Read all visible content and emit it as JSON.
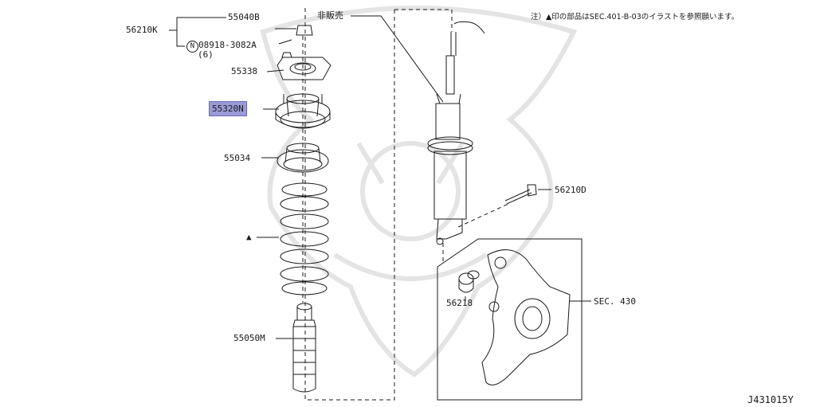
{
  "note": "注）▲印の部品はSEC.401-B-03のイラストを参照願います。",
  "not_for_sale_label": "非販売",
  "footer_code": "J431015Y",
  "colors": {
    "highlight": "#9a9ad8",
    "line": "#1a1a1a"
  },
  "parts": {
    "p56210K": "56210K",
    "p55040B": "55040B",
    "p08918": "08918-3082A",
    "p08918_qty": "(6)",
    "p08918_prefix": "N",
    "p55338": "55338",
    "p55320N": "55320N",
    "p55034": "55034",
    "p55050M": "55050M",
    "p56210D": "56210D",
    "p56218": "56218",
    "sec430": "SEC. 430",
    "triangle_marker": "▲"
  }
}
